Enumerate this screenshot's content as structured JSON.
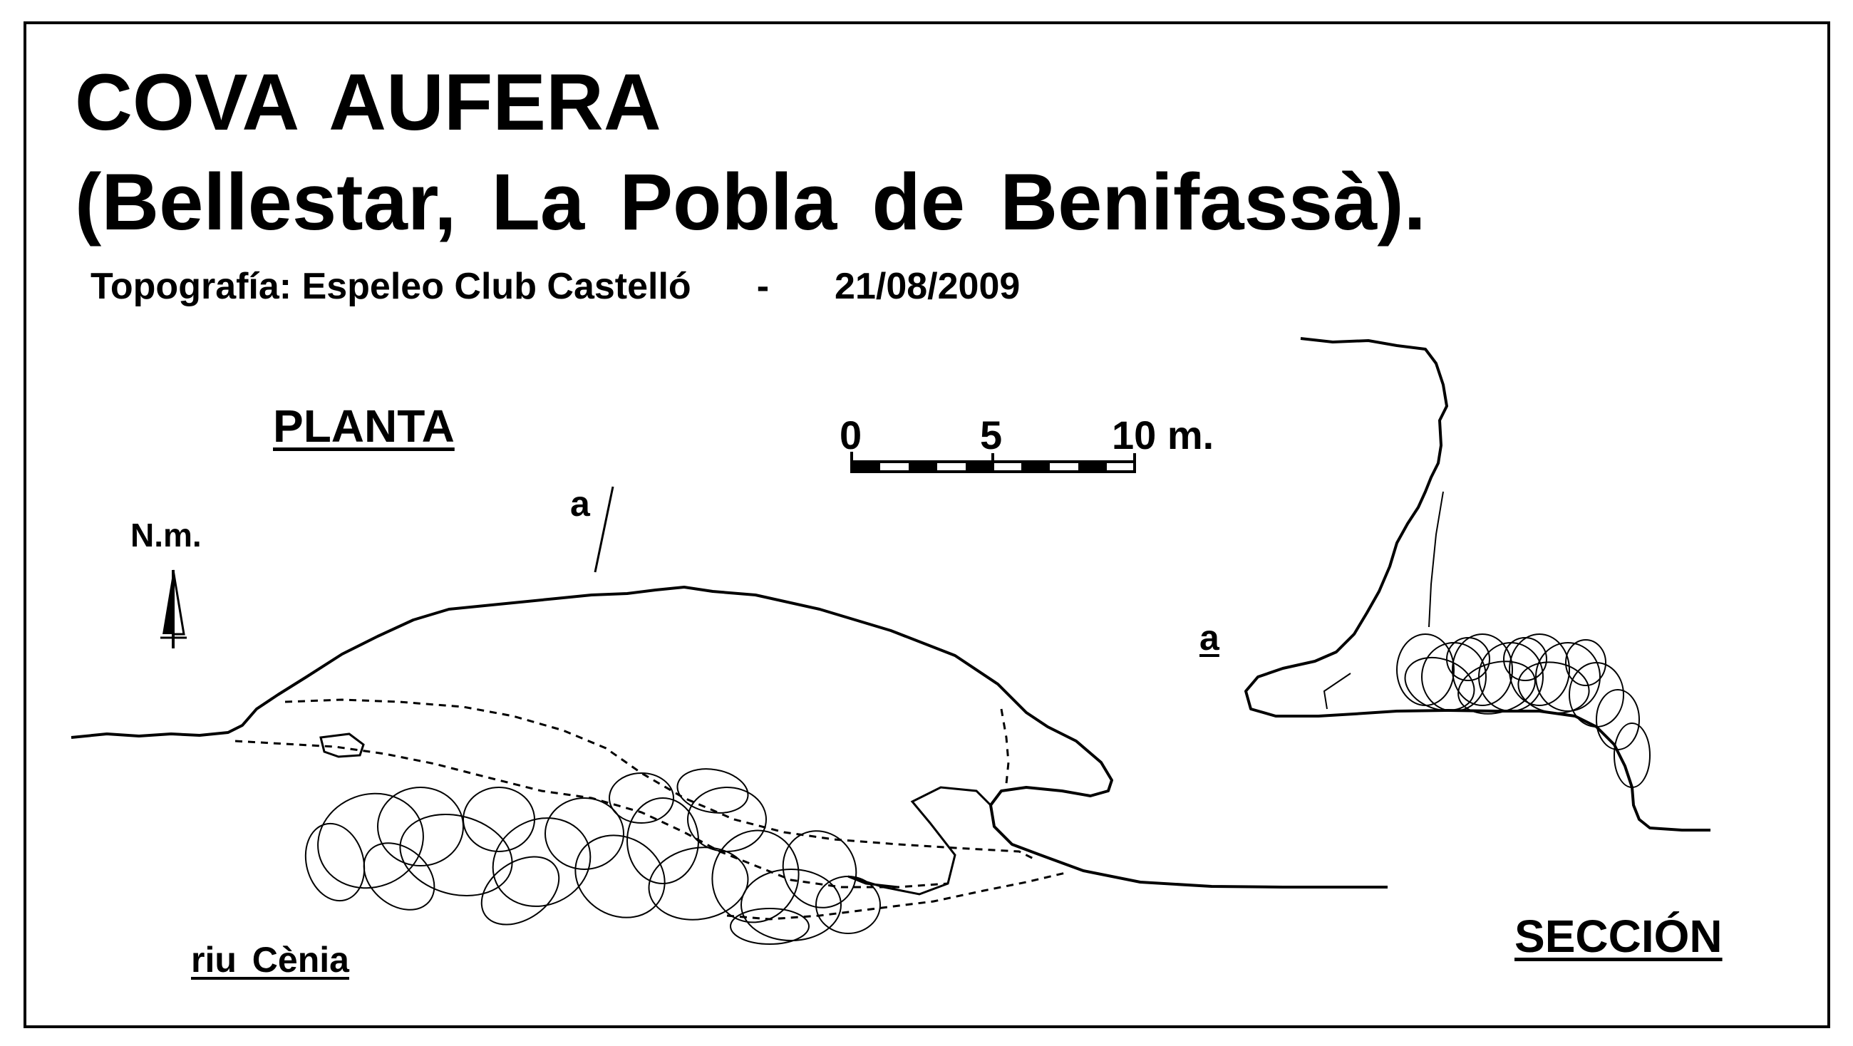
{
  "header": {
    "title": "COVA  AUFERA",
    "subtitle": "(Bellestar,  La  Pobla  de  Benifassà).",
    "credit_prefix": "Topografía:  Espeleo Club Castelló",
    "credit_sep": "-",
    "credit_date": "21/08/2009"
  },
  "plan": {
    "label": "PLANTA",
    "north_label": "N.m.",
    "section_marker": "a",
    "river_label": "riu  Cènia"
  },
  "scale": {
    "label_0": "0",
    "label_5": "5",
    "label_10": "10 m."
  },
  "section": {
    "label": "SECCIÓN",
    "marker": "a"
  }
}
